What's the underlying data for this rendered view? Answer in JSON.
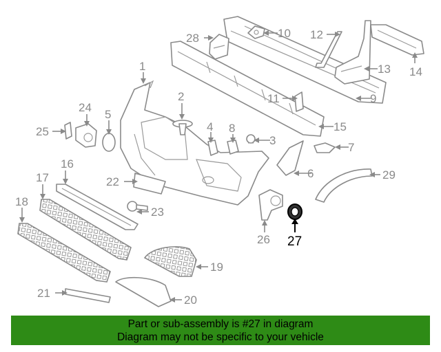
{
  "callouts": {
    "c1": "1",
    "c2": "2",
    "c3": "3",
    "c4": "4",
    "c5": "5",
    "c6": "6",
    "c7": "7",
    "c8": "8",
    "c9": "9",
    "c10": "10",
    "c11": "11",
    "c12": "12",
    "c13": "13",
    "c14": "14",
    "c15": "15",
    "c16": "16",
    "c17": "17",
    "c18": "18",
    "c19": "19",
    "c20": "20",
    "c21": "21",
    "c22": "22",
    "c23": "23",
    "c24": "24",
    "c25": "25",
    "c26": "26",
    "c27": "27",
    "c28": "28",
    "c29": "29"
  },
  "highlighted_part": "27",
  "colors": {
    "banner_background": "#2e8b16",
    "highlight": "#000000",
    "line_art": "#8a8a8a"
  },
  "banner": {
    "line1": "Part or sub-assembly is #27 in diagram",
    "line2": "Diagram may not be specific to your vehicle"
  }
}
